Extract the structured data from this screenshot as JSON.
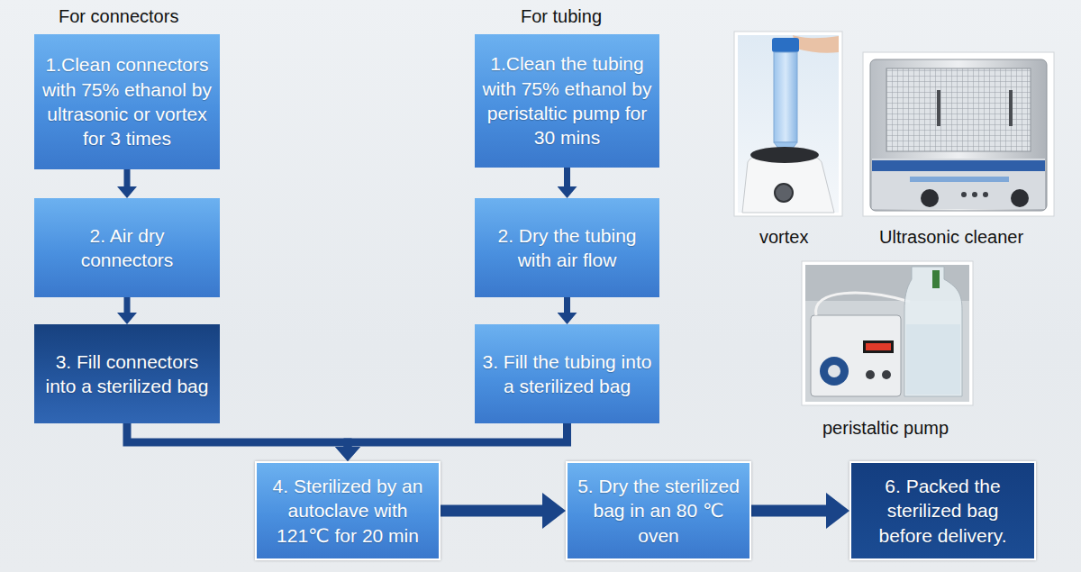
{
  "diagram": {
    "nodes": [
      {
        "text": [
          "1.Clean connectors with 75% ethanol by ultrasonic or vortex for 3 times"
        ]
      },
      {
        "text": [
          "2. Air dry connectors"
        ]
      },
      {
        "text": [
          "3. Fill connectors into a sterilized bag"
        ]
      },
      {
        "text": [
          "1.Clean the tubing with 75% ethanol by peristaltic pump for 30 mins"
        ]
      },
      {
        "text": [
          "2. Dry the tubing with air flow"
        ]
      },
      {
        "text": [
          "3. Fill the tubing into a sterilized bag"
        ]
      },
      {
        "text": [
          "4. Sterilized by an autoclave with 121℃ for 20 min"
        ]
      },
      {
        "text": [
          "5. Dry the sterilized bag in an 80 ℃ oven"
        ]
      },
      {
        "text": [
          "6. Packed the sterilized bag before delivery."
        ]
      }
    ],
    "edges": [
      {
        "from": 0,
        "to": 1,
        "arrow": "to"
      },
      {
        "from": 1,
        "to": 2,
        "arrow": "to"
      },
      {
        "from": 3,
        "to": 4,
        "arrow": "to"
      },
      {
        "from": 4,
        "to": 5,
        "arrow": "to"
      },
      {
        "from": 2,
        "to": 6,
        "arrow": "to"
      },
      {
        "from": 5,
        "to": 6,
        "arrow": "to"
      },
      {
        "from": 6,
        "to": 7,
        "arrow": "to"
      },
      {
        "from": 7,
        "to": 8,
        "arrow": "to"
      }
    ],
    "labels": [
      "For connectors",
      "For tubing",
      "vortex",
      "Ultrasonic cleaner",
      "peristaltic pump"
    ]
  }
}
